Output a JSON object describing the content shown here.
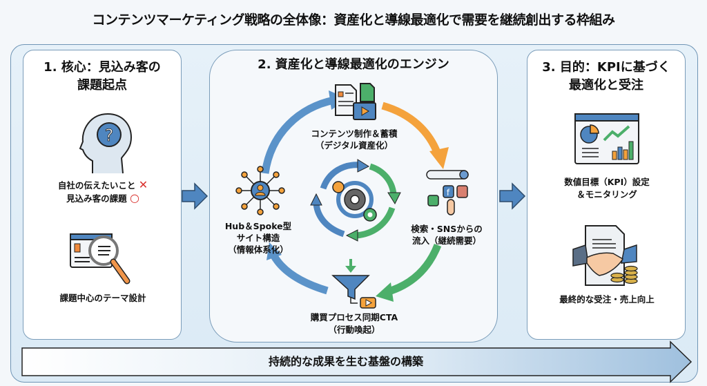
{
  "title": "コンテンツマーケティング戦略の全体像：資産化と導線最適化で需要を継続創出する枠組み",
  "panel1": {
    "heading_line1": "1. 核心：見込み客の",
    "heading_line2": "課題起点",
    "item1": {
      "icon": "head-question-icon",
      "line1": "自社の伝えたいこと",
      "line1_mark": "✕",
      "line2": "見込み客の課題",
      "line2_mark": "○"
    },
    "item2": {
      "icon": "magnifier-document-icon",
      "label": "課題中心のテーマ設計"
    }
  },
  "panel2": {
    "heading": "2. 資産化と導線最適化のエンジン",
    "top": {
      "icon": "documents-video-icon",
      "line1": "コンテンツ制作＆蓄積",
      "line2": "（デジタル資産化）"
    },
    "right": {
      "icon": "search-sns-icon",
      "line1": "検索・SNSからの",
      "line2": "流入（継続需要）"
    },
    "bottom": {
      "icon": "funnel-cta-icon",
      "line1": "購買プロセス同期CTA",
      "line2": "（行動喚起）"
    },
    "left": {
      "icon": "hub-spoke-icon",
      "line1": "Hub＆Spoke型",
      "line2": "サイト構造",
      "line3": "（情報体系化）"
    },
    "center": {
      "icon": "gears-cycle-icon"
    }
  },
  "panel3": {
    "heading_line1": "3. 目的：KPIに基づく",
    "heading_line2": "最適化と受注",
    "item1": {
      "icon": "dashboard-chart-icon",
      "line1": "数値目標（KPI）設定",
      "line2": "＆モニタリング"
    },
    "item2": {
      "icon": "handshake-contract-icon",
      "label": "最終的な受注・売上向上"
    }
  },
  "footer": {
    "label": "持続的な成果を生む基盤の構築"
  },
  "colors": {
    "blue": "#4f86c0",
    "orange": "#f4a23c",
    "green": "#4caf6a",
    "red": "#d9302c",
    "panel_border": "#7a9cb9"
  }
}
